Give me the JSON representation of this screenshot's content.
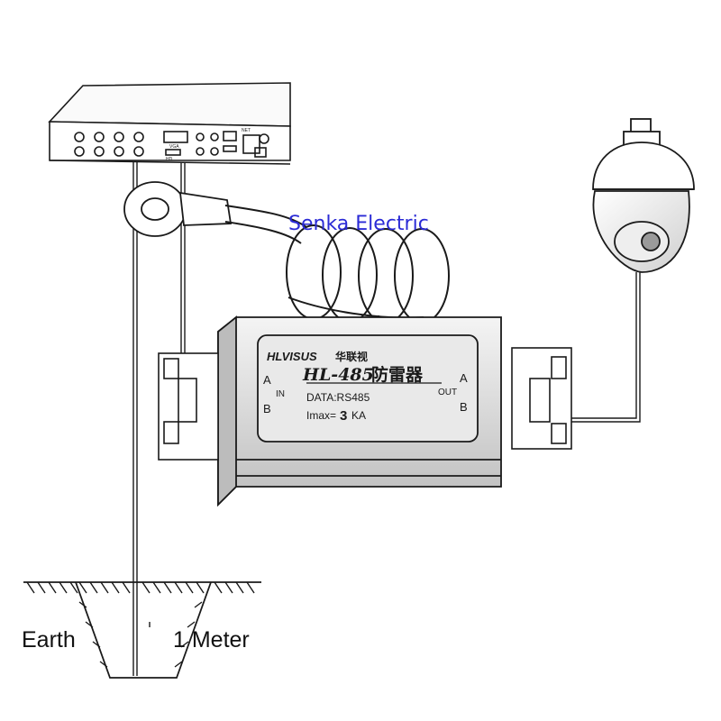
{
  "watermark": "Senka Electric",
  "device": {
    "brand": "HLVISUS",
    "brand_cn": "华联视",
    "model": "HL-485",
    "model_cn": "防雷器",
    "data_line": "DATA:RS485",
    "imax_prefix": "Imax=",
    "imax_value": "3",
    "imax_unit": "KA",
    "in_label": "IN",
    "out_label": "OUT",
    "a_left": "A",
    "b_left": "B",
    "a_right": "A",
    "b_right": "B"
  },
  "dvr": {
    "vga_label": "VGA",
    "hd_label": "HD",
    "net_label": "NET"
  },
  "ground": {
    "earth_label": "Earth",
    "depth_label": "1 Meter"
  },
  "colors": {
    "ink": "#1a1a1a",
    "watermark": "#2b2bd6"
  }
}
